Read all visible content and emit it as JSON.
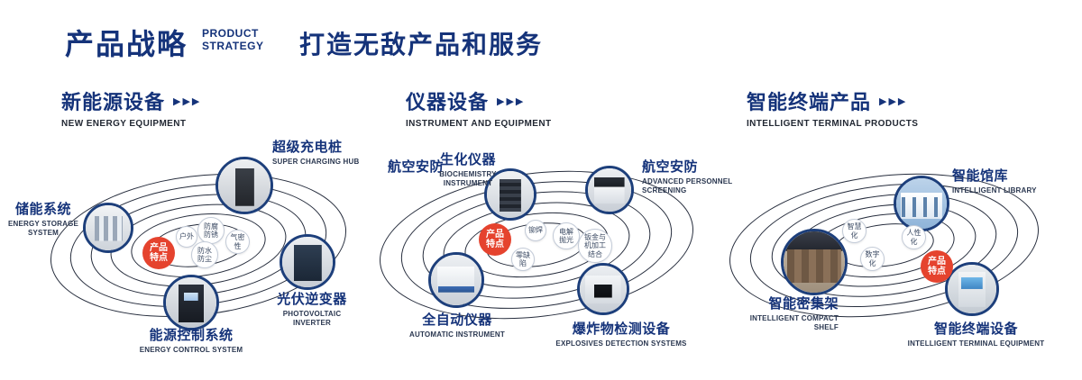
{
  "ui": {
    "arrows": "▶▶▶"
  },
  "colors": {
    "navy": "#15337a",
    "red": "#e5432e"
  },
  "header": {
    "title": "产品战略",
    "sub1": "PRODUCT",
    "sub2": "STRATEGY",
    "slogan": "打造无敌产品和服务"
  },
  "sections": {
    "energy": {
      "title": "新能源设备",
      "subtitle": "NEW ENERGY EQUIPMENT",
      "badge": {
        "line1": "产品",
        "line2": "特点"
      },
      "features": {
        "f1": "户外",
        "f2": "防腐防锈",
        "f3": "气密性",
        "f4": "防水防尘"
      },
      "items": {
        "charging": {
          "zh": "超级充电桩",
          "en": "SUPER CHARGING HUB"
        },
        "storage": {
          "zh": "储能系统",
          "en": "ENERGY STORAGE SYSTEM"
        },
        "inverter": {
          "zh": "光伏逆变器",
          "en": "PHOTOVOLTAIC INVERTER"
        },
        "control": {
          "zh": "能源控制系统",
          "en": "ENERGY CONTROL SYSTEM"
        }
      }
    },
    "instrument": {
      "title": "仪器设备",
      "subtitle": "INSTRUMENT AND EQUIPMENT",
      "aviation_label": "航空安防",
      "badge": {
        "line1": "产品",
        "line2": "特点"
      },
      "features": {
        "f1": "铆焊",
        "f2": "电解抛光",
        "f3": "零缺陷",
        "f4": "钣金与机加工结合"
      },
      "items": {
        "biochem": {
          "zh": "生化仪器",
          "en": "BIOCHEMISTRY INSTRUMENT"
        },
        "screening": {
          "zh": "航空安防",
          "en": "ADVANCED PERSONNEL SCREENING"
        },
        "automatic": {
          "zh": "全自动仪器",
          "en": "AUTOMATIC INSTRUMENT"
        },
        "explosives": {
          "zh": "爆炸物检测设备",
          "en": "EXPLOSIVES DETECTION SYSTEMS"
        }
      }
    },
    "terminal": {
      "title": "智能终端产品",
      "subtitle": "INTELLIGENT TERMINAL PRODUCTS",
      "badge": {
        "line1": "产品",
        "line2": "特点"
      },
      "features": {
        "f1": "智慧化",
        "f2": "数字化",
        "f3": "人性化"
      },
      "items": {
        "library": {
          "zh": "智能馆库",
          "en": "INTELLIGENT LIBRARY"
        },
        "shelf": {
          "zh": "智能密集架",
          "en": "INTELLIGENT COMPACT SHELF"
        },
        "device": {
          "zh": "智能终端设备",
          "en": "INTELLIGENT TERMINAL EQUIPMENT"
        }
      }
    }
  }
}
